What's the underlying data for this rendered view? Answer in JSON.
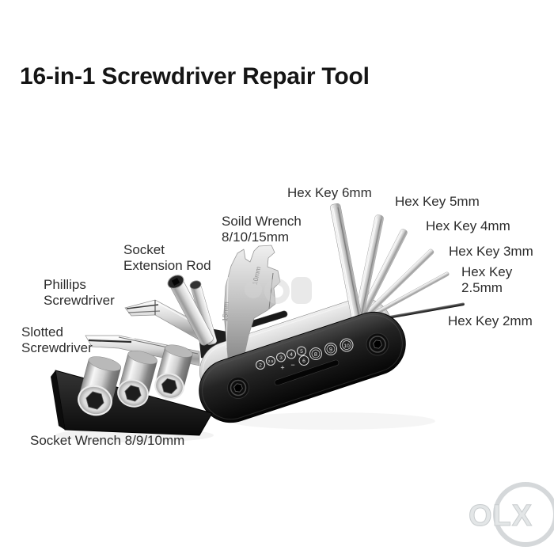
{
  "title": "16-in-1 Screwdriver Repair Tool",
  "labels": {
    "hex_key_6mm": "Hex Key 6mm",
    "hex_key_5mm": "Hex Key 5mm",
    "hex_key_4mm": "Hex Key 4mm",
    "hex_key_3mm": "Hex Key 3mm",
    "hex_key_2_5mm_line1": "Hex Key",
    "hex_key_2_5mm_line2": "2.5mm",
    "hex_key_2mm": "Hex Key 2mm",
    "solid_wrench_line1": "Soild Wrench",
    "solid_wrench_line2": "8/10/15mm",
    "socket_extension_line1": "Socket",
    "socket_extension_line2": "Extension Rod",
    "phillips_line1": "Phillips",
    "phillips_line2": "Screwdriver",
    "slotted_line1": "Slotted",
    "slotted_line2": "Screwdriver",
    "socket_wrench": "Socket Wrench 8/9/10mm"
  },
  "tool_markings": {
    "engraved_sizes": [
      "15mm",
      "10mm"
    ],
    "dial_numbers": [
      "2",
      "2.5",
      "3",
      "4",
      "5",
      "6",
      "8",
      "9",
      "10"
    ],
    "dial_symbols": [
      "+",
      "−"
    ]
  },
  "watermark": {
    "text": "OLX"
  },
  "colors": {
    "background": "#ffffff",
    "title_text": "#151515",
    "label_text": "#2d2d2d",
    "tool_body_black": "#121212",
    "chrome_light": "#f2f2f2",
    "watermark_gray": "#d5d8da"
  }
}
